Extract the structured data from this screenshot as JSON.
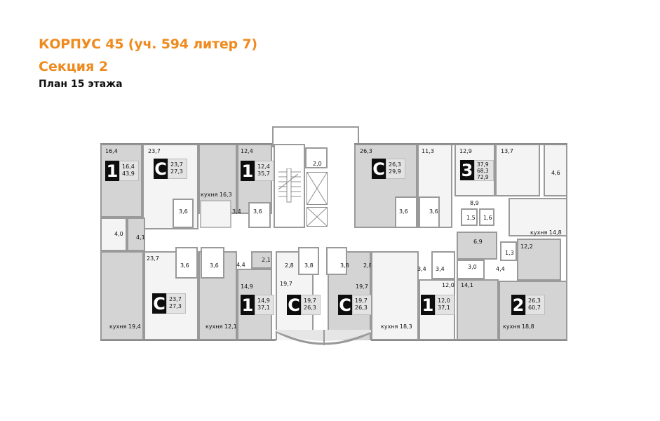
{
  "header": {
    "title": "КОРПУС 45 (уч. 594 литер 7)",
    "subtitle": "Секция 2",
    "plan_label": "План 15 этажа"
  },
  "colors": {
    "accent": "#ef8a1e",
    "apartment_gray": "#d4d4d4",
    "apartment_light": "#f4f4f4",
    "badge_black": "#0d0d0d",
    "wall": "#8c8c8c"
  },
  "apartments": [
    {
      "id": "a1",
      "type": "1",
      "living": "16,4",
      "total": "43,9",
      "room_label": "16,4",
      "kitchen": "кухня 19,4",
      "bath": "4,0",
      "hall": "4,1"
    },
    {
      "id": "a2",
      "type": "С",
      "living": "23,7",
      "total": "27,3",
      "room_label": "23,7",
      "bath": "3,6"
    },
    {
      "id": "a3",
      "type": "1",
      "living": "12,4",
      "total": "35,7",
      "room_label": "12,4",
      "kitchen": "кухня 16,3",
      "bath": "3,6",
      "hall": "3,4"
    },
    {
      "id": "a4",
      "type": "С",
      "living": "26,3",
      "total": "29,9",
      "room_label": "26,3",
      "bath": "3,6"
    },
    {
      "id": "a5",
      "type": "3",
      "living": "37,9",
      "total": "68,3",
      "total2": "72,9",
      "rooms": [
        "11,3",
        "12,9",
        "13,7"
      ],
      "balcony": "4,6",
      "bath": "3,6",
      "hall": "8,9",
      "wc1": "1,5",
      "wc2": "1,6",
      "kitchen": "кухня 14,8"
    },
    {
      "id": "a6",
      "type": "С",
      "living": "23,7",
      "total": "27,3",
      "room_label": "23,7",
      "bath": "3,6"
    },
    {
      "id": "a7",
      "type": "1",
      "living": "14,9",
      "total": "37,1",
      "room_label": "14,9",
      "kitchen": "кухня 12,1",
      "bath": "3,6",
      "hall": "4,4",
      "storage": "2,1"
    },
    {
      "id": "a8",
      "type": "С",
      "living": "19,7",
      "total": "26,3",
      "room_label": "19,7",
      "bath": "3,8",
      "hall": "2,8"
    },
    {
      "id": "a9",
      "type": "С",
      "living": "19,7",
      "total": "26,3",
      "room_label": "19,7",
      "bath": "3,8",
      "hall": "2,8"
    },
    {
      "id": "a10",
      "type": "1",
      "living": "12,0",
      "total": "37,1",
      "room_label": "12,0",
      "kitchen": "кухня 18,3",
      "bath": "3,4",
      "hall": "3,4"
    },
    {
      "id": "a11",
      "type": "2",
      "living": "26,3",
      "total": "60,7",
      "rooms": [
        "14,1",
        "12,2"
      ],
      "kitchen": "кухня 18,8",
      "bath": "3,0",
      "hall": "4,4",
      "wc": "1,3",
      "storage": "6,9"
    }
  ],
  "common": {
    "stair_vestibule": "2,0"
  }
}
